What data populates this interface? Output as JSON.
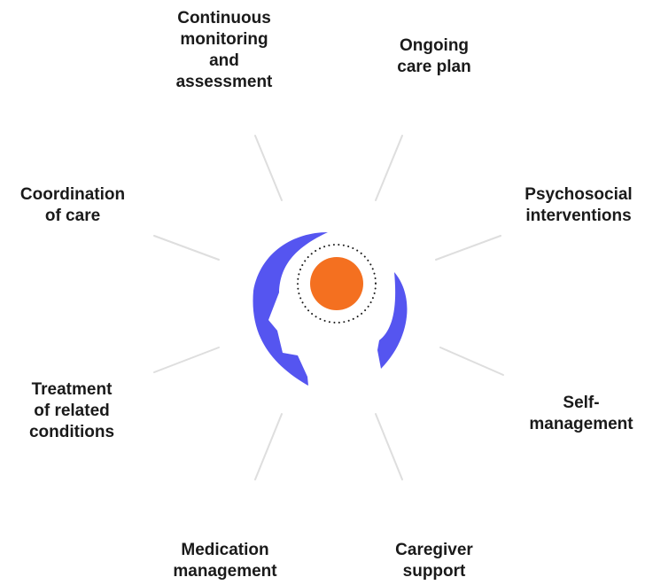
{
  "colors": {
    "head": "#5555f0",
    "brain": "#f47020",
    "spokes": "#dedede",
    "text": "#1a1a1a"
  },
  "labels": {
    "monitoring": "Continuous\nmonitoring\nand\nassessment",
    "care_plan": "Ongoing\ncare plan",
    "coordination": "Coordination\nof care",
    "psychosocial": "Psychosocial\ninterventions",
    "treatment": "Treatment\nof related\nconditions",
    "self_management": "Self-\nmanagement",
    "medication": "Medication\nmanagement",
    "caregiver": "Caregiver\nsupport"
  },
  "icons": {
    "head": "head-profile-icon",
    "brain": "brain-dot-icon"
  }
}
